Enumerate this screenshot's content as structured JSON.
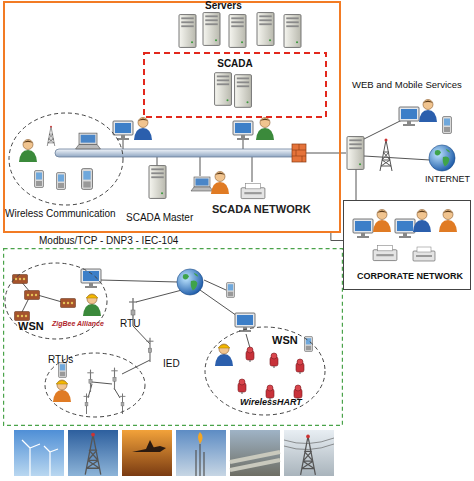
{
  "diagram": {
    "nodes": [
      {
        "text": [
          "SCADA NETWORK"
        ]
      },
      {
        "text": [
          "SCADA"
        ],
        "in": 0
      },
      {
        "text": [
          "Wireless Communication"
        ],
        "in": 0
      },
      {
        "text": [
          "CORPORATE NETWORK"
        ]
      },
      {
        "text": [
          "Modbus/TCP - DNP3 - IEC-104"
        ]
      },
      {
        "text": [
          "WSN",
          "ZigBee Alliance"
        ],
        "in": 4
      },
      {
        "text": [
          "RTUs"
        ],
        "in": 4
      },
      {
        "text": [
          "WSN",
          "WirelessHART"
        ],
        "in": 4
      }
    ],
    "edges": [
      {
        "from": 0,
        "to": 3,
        "arrow": "none"
      }
    ],
    "labels": [
      "Servers",
      "SCADA Master",
      "WEB and Mobile Services",
      "INTERNET",
      "RTU",
      "IED"
    ]
  }
}
